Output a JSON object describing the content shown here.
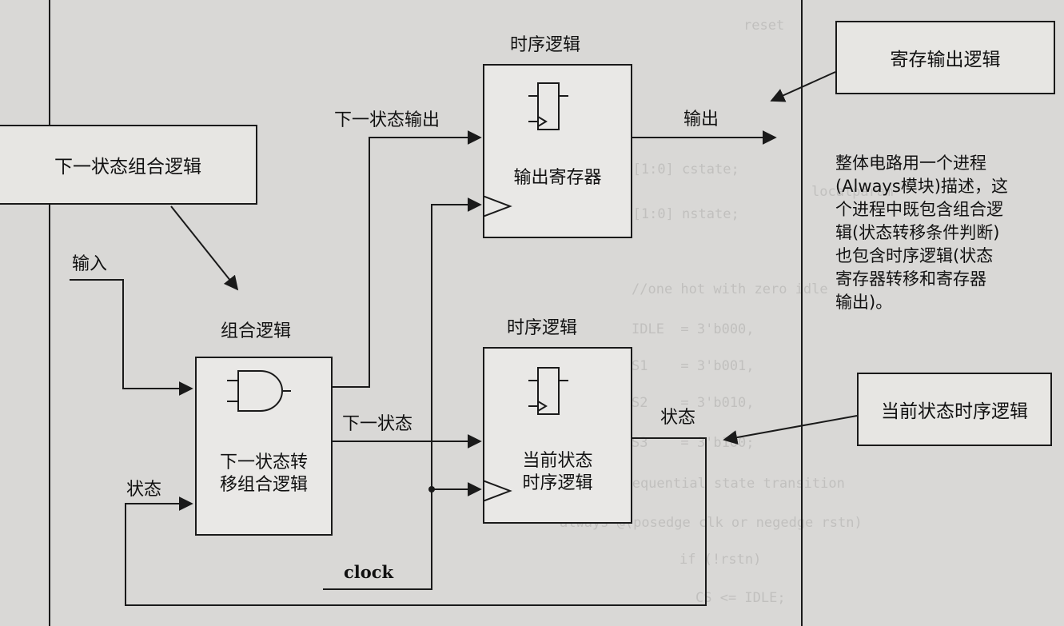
{
  "diagram": {
    "callouts": {
      "next_state_logic": "下一状态组合逻辑",
      "registered_output": "寄存输出逻辑",
      "current_state_seq": "当前状态时序逻辑"
    },
    "blocks": {
      "combinational": {
        "title": "组合逻辑",
        "body": [
          "下一状态转",
          "移组合逻辑"
        ]
      },
      "output_register": {
        "title": "时序逻辑",
        "body": "输出寄存器"
      },
      "state_register": {
        "title": "时序逻辑",
        "body": [
          "当前状态",
          "时序逻辑"
        ]
      }
    },
    "signals": {
      "input": "输入",
      "state_in": "状态",
      "next_state_output": "下一状态输出",
      "next_state": "下一状态",
      "output": "输出",
      "state_out": "状态",
      "clock": "clock"
    },
    "note": [
      "整体电路用一个进程",
      "(Always模块)描述，这",
      "个进程中既包含组合逻",
      "辑(状态转移条件判断)",
      "也包含时序逻辑(状态",
      "寄存器转移和寄存器",
      "输出)。"
    ]
  },
  "background_code": [
    "reset",
    "localparam",
    "logic  [1:0] cstate;",
    "logic  [1:0] nstate;",
    "//one hot with zero idle",
    "IDLE  = 3'b000,",
    "S1    = 3'b001,",
    "S2    = 3'b010,",
    "S3    = 3'b100;",
    "//sequential state transition",
    "always @(posedge clk or negedge rstn)",
    "if (!rstn)",
    "CS <= IDLE;"
  ]
}
